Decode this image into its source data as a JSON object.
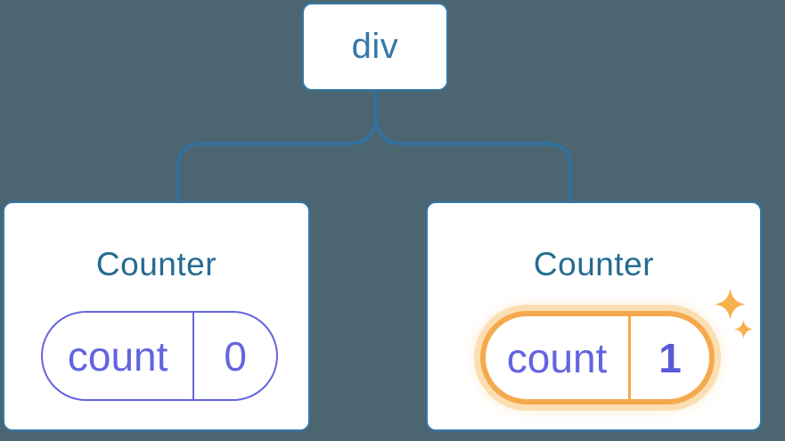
{
  "diagram": {
    "type": "react-component-tree",
    "root": {
      "label": "div"
    },
    "counters": [
      {
        "title": "Counter",
        "state": {
          "name": "count",
          "value": "0"
        },
        "highlighted": false
      },
      {
        "title": "Counter",
        "state": {
          "name": "count",
          "value": "1"
        },
        "highlighted": true
      }
    ],
    "colors": {
      "background": "#4B6571",
      "node_border": "#3478A8",
      "connector": "#2F72A3",
      "root_label": "#3478A8",
      "counter_title": "#256C92",
      "state_pill": "#6464E0",
      "state_value_bold": "#5A5AD6",
      "highlight": "#F5A94F",
      "highlight_halo": "#FBDFB2",
      "sparkle": "#F6B04E"
    }
  }
}
